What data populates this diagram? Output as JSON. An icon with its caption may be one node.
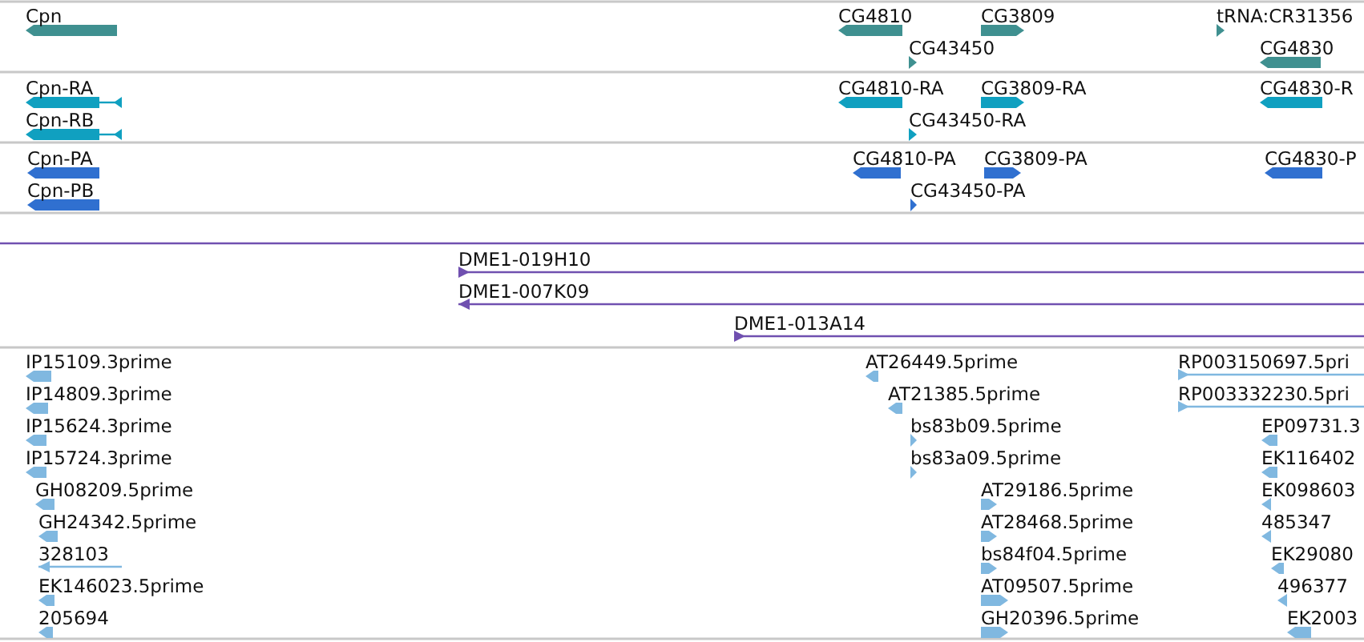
{
  "diagram": {
    "labels": [
      "Cpn",
      "CG4810",
      "CG3809",
      "tRNA:CR31356",
      "CG43450",
      "CG4830",
      "Cpn-RA",
      "CG4810-RA",
      "CG3809-RA",
      "CG4830-R",
      "Cpn-RB",
      "CG43450-RA",
      "Cpn-PA",
      "CG4810-PA",
      "CG3809-PA",
      "CG4830-P",
      "Cpn-PB",
      "CG43450-PA",
      "DME1-019H10",
      "DME1-007K09",
      "DME1-013A14",
      "IP15109.3prime",
      "AT26449.5prime",
      "RP003150697.5pri",
      "IP14809.3prime",
      "AT21385.5prime",
      "RP003332230.5pri",
      "IP15624.3prime",
      "bs83b09.5prime",
      "EP09731.3",
      "IP15724.3prime",
      "bs83a09.5prime",
      "EK116402",
      "GH08209.5prime",
      "AT29186.5prime",
      "EK098603",
      "GH24342.5prime",
      "AT28468.5prime",
      "485347",
      "328103",
      "bs84f04.5prime",
      "EK29080",
      "EK146023.5prime",
      "AT09507.5prime",
      "496377",
      "205694",
      "GH20396.5prime",
      "EK2003"
    ]
  }
}
